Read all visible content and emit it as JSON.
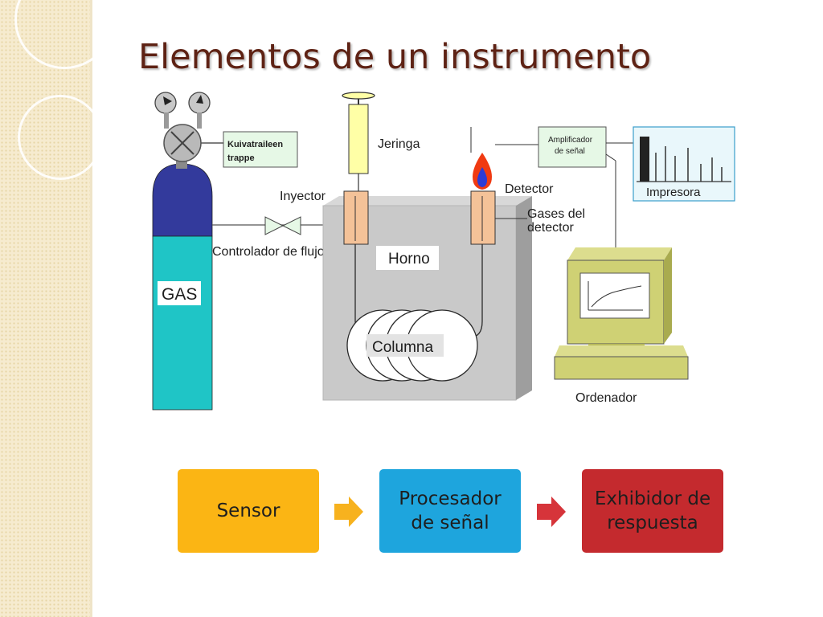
{
  "slide": {
    "title": "Elementos de un instrumento"
  },
  "diagram": {
    "labels": {
      "trap": [
        "Kuivatraileen",
        "trappe"
      ],
      "syringe": "Jeringa",
      "injector": "Inyector",
      "detector": "Detector",
      "amplifier": [
        "Amplificador",
        "de señal"
      ],
      "printer": "Impresora",
      "flow_controller": "Controlador de flujo",
      "detector_gases": [
        "Gases del",
        "detector"
      ],
      "oven": "Horno",
      "gas": "GAS",
      "column": "Columna",
      "computer": "Ordenador"
    }
  },
  "flow": {
    "steps": [
      {
        "label": "Sensor",
        "color": "#fbb514"
      },
      {
        "label": "Procesador\nde señal",
        "color": "#1ea5dd"
      },
      {
        "label": "Exhibidor de\nrespuesta",
        "color": "#c42a2e"
      }
    ],
    "arrow_colors": [
      "#f7b21e",
      "#d6343a"
    ]
  },
  "colors": {
    "title": "#5e2214",
    "gas_cylinder_top": "#333a9c",
    "gas_cylinder_body": "#1fc5c6",
    "oven": "#c9c9c9",
    "injector_block": "#f4c298",
    "syringe": "#ffffa6",
    "computer": "#cfd174",
    "printer_panel": "#e9f7fb"
  }
}
